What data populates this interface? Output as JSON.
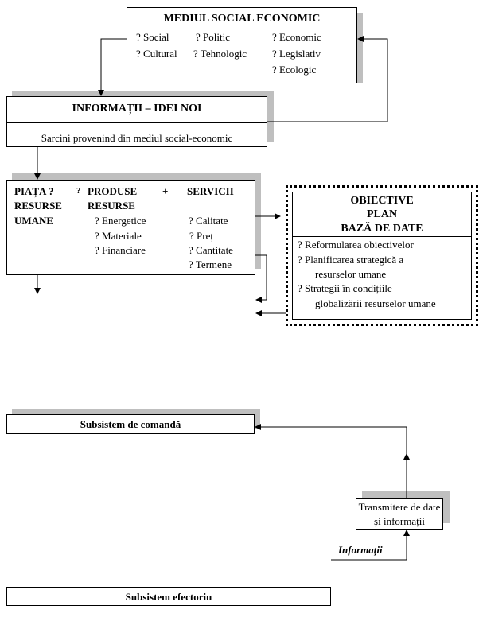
{
  "mediul": {
    "title": "MEDIUL SOCIAL ECONOMIC",
    "items": [
      "? Social",
      "? Politic",
      "? Economic",
      "? Cultural",
      "? Tehnologic",
      "? Legislativ",
      "? Ecologic"
    ]
  },
  "informatii": {
    "title": "INFORMAȚII – IDEI NOI",
    "subtitle": "Sarcini provenind din mediul social-economic"
  },
  "piata": {
    "row1": [
      "PIAȚA ?",
      "?",
      "PRODUSE",
      "+",
      "SERVICII"
    ],
    "row2": [
      "RESURSE",
      "RESURSE"
    ],
    "row3": "UMANE",
    "col1": [
      "? Energetice",
      "? Materiale",
      "? Financiare"
    ],
    "col2": [
      "? Calitate",
      "? Preț",
      "? Cantitate",
      "? Termene"
    ]
  },
  "obiective": {
    "title": [
      "OBIECTIVE",
      "PLAN",
      "BAZĂ DE DATE"
    ],
    "items": [
      "? Reformularea obiectivelor",
      "? Planificarea strategică a",
      "resurselor umane",
      "? Strategii în condițiile",
      "globalizării resurselor umane"
    ]
  },
  "comanda": {
    "label": "Subsistem de comandă"
  },
  "transmitere": {
    "line1": "Transmitere de date",
    "line2": "și informații"
  },
  "informatii_label": "Informații",
  "efectoriu": {
    "label": "Subsistem efectoriu"
  }
}
